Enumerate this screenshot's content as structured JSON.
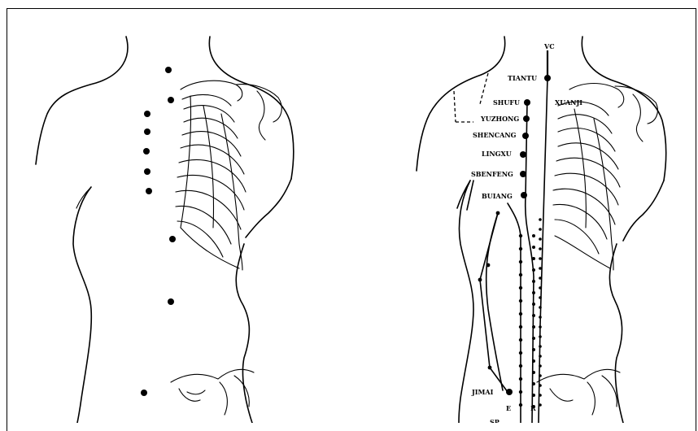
{
  "colors": {
    "ink": "#000000",
    "paper": "#ffffff"
  },
  "left_figure": {
    "points": [
      "point",
      "point",
      "point",
      "point",
      "point",
      "point",
      "point",
      "point",
      "point",
      "point",
      "point"
    ]
  },
  "right_figure": {
    "channels": {
      "top": "VC"
    },
    "labels": {
      "tiantu": "TIANTU",
      "shufu": "SHUFU",
      "yuzhong": "YUZHONG",
      "shencang": "SHENCANG",
      "lingxu": "LINGXU",
      "shenfeng": "SBENFENG",
      "buiang": "BUIANG",
      "xuanji": "XUANJI",
      "jimai": "JIMAI"
    },
    "bottom_marks": {
      "a": "E",
      "b": "R",
      "c": "SP"
    }
  }
}
